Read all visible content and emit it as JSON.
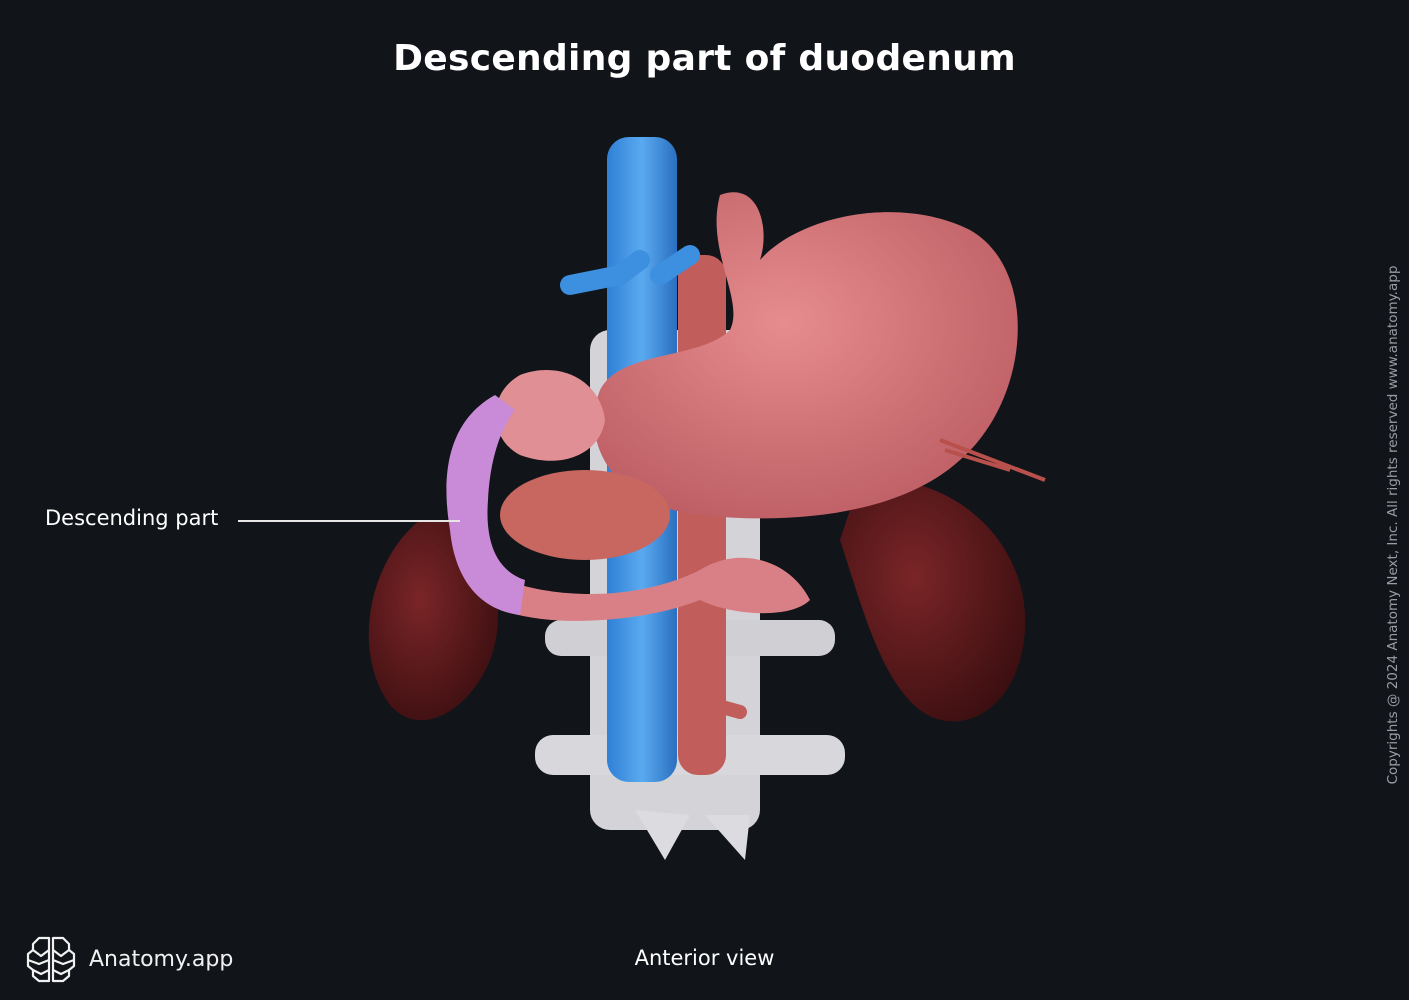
{
  "title": "Descending part of duodenum",
  "labels": [
    {
      "text": "Descending part"
    }
  ],
  "view": "Anterior view",
  "brand": {
    "name": "Anatomy.app",
    "icon": "brain-icon"
  },
  "copyright": "Copyrights @ 2024 Anatomy Next, Inc. All rights reserved www.anatomy.app",
  "colors": {
    "background": "#111419",
    "highlight": "#c98ad8",
    "stomach": "#d9787c",
    "vein": "#3d8fe0",
    "artery": "#c8605c",
    "kidney": "#5a1a1c",
    "bone": "#d8d8dc"
  }
}
